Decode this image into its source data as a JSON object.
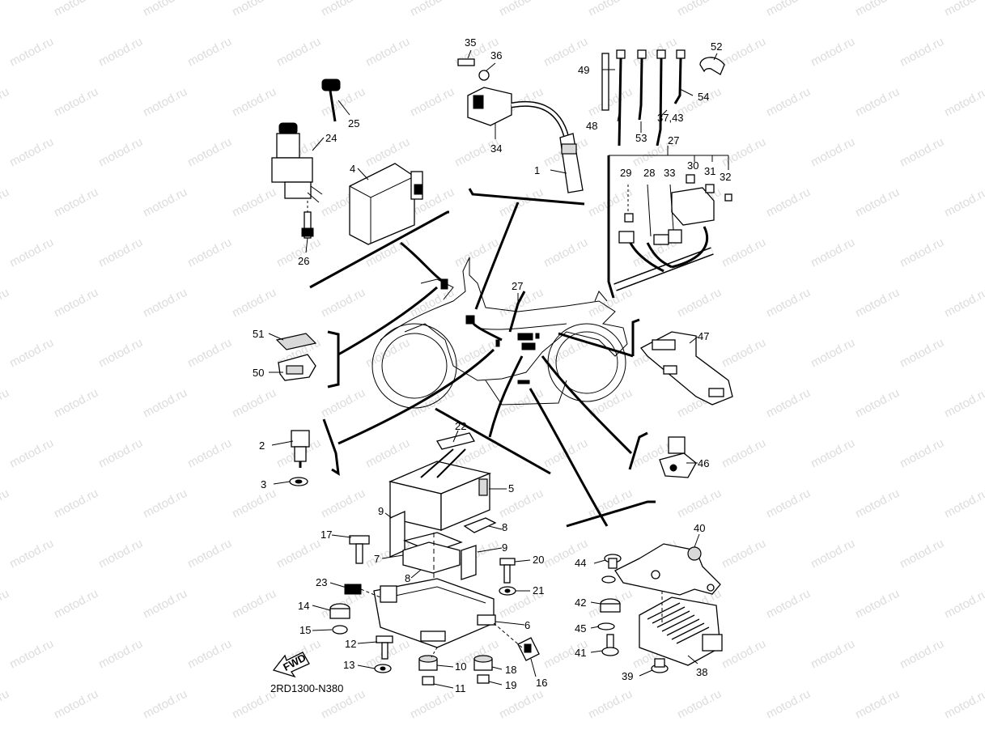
{
  "diagram": {
    "code": "2RD1300-N380",
    "fwd_label": "FWD",
    "watermark": "motod.ru",
    "callouts": {
      "1": "1",
      "2": "2",
      "3": "3",
      "4": "4",
      "5": "5",
      "6": "6",
      "7": "7",
      "8a": "8",
      "8b": "8",
      "9a": "9",
      "9b": "9",
      "10": "10",
      "11": "11",
      "12": "12",
      "13": "13",
      "14": "14",
      "15": "15",
      "16": "16",
      "17": "17",
      "18": "18",
      "19": "19",
      "20": "20",
      "21": "21",
      "22": "22",
      "23": "23",
      "24": "24",
      "25": "25",
      "26": "26",
      "27a": "27",
      "27b": "27",
      "28": "28",
      "29": "29",
      "30": "30",
      "31": "31",
      "32": "32",
      "33": "33",
      "34": "34",
      "35": "35",
      "36": "36",
      "37_43": "37,43",
      "38": "38",
      "39": "39",
      "40": "40",
      "41": "41",
      "42": "42",
      "44": "44",
      "45": "45",
      "46": "46",
      "47": "47",
      "48": "48",
      "49": "49",
      "50": "50",
      "51": "51",
      "52": "52",
      "53": "53",
      "54": "54"
    }
  }
}
